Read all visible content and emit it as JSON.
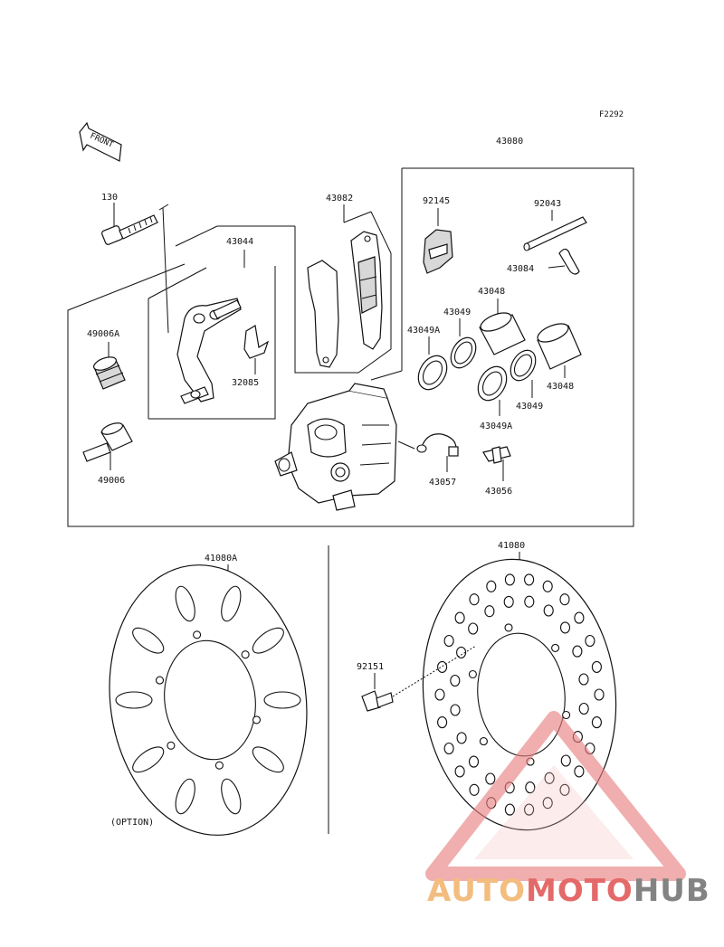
{
  "diagram": {
    "code": "F2292",
    "front_label": "FRONT",
    "option_label": "(OPTION)",
    "callouts": {
      "c43080": "43080",
      "c130": "130",
      "c43082": "43082",
      "c43044": "43044",
      "c92145": "92145",
      "c92043": "92043",
      "c43084": "43084",
      "c43048a": "43048",
      "c43049a": "43049",
      "c43049Aa": "43049A",
      "c49006A": "49006A",
      "c32085": "32085",
      "c43048b": "43048",
      "c43049b": "43049",
      "c43049Ab": "43049A",
      "c49006": "49006",
      "c43057": "43057",
      "c43056": "43056",
      "c41080A": "41080A",
      "c41080": "41080",
      "c92151": "92151"
    }
  },
  "watermark": {
    "part1": "AUTO",
    "part2": "MOTO",
    "part3": "HUB",
    "color1": "#f2b26b",
    "color2": "#e05050",
    "color3": "#6e6e6e"
  }
}
